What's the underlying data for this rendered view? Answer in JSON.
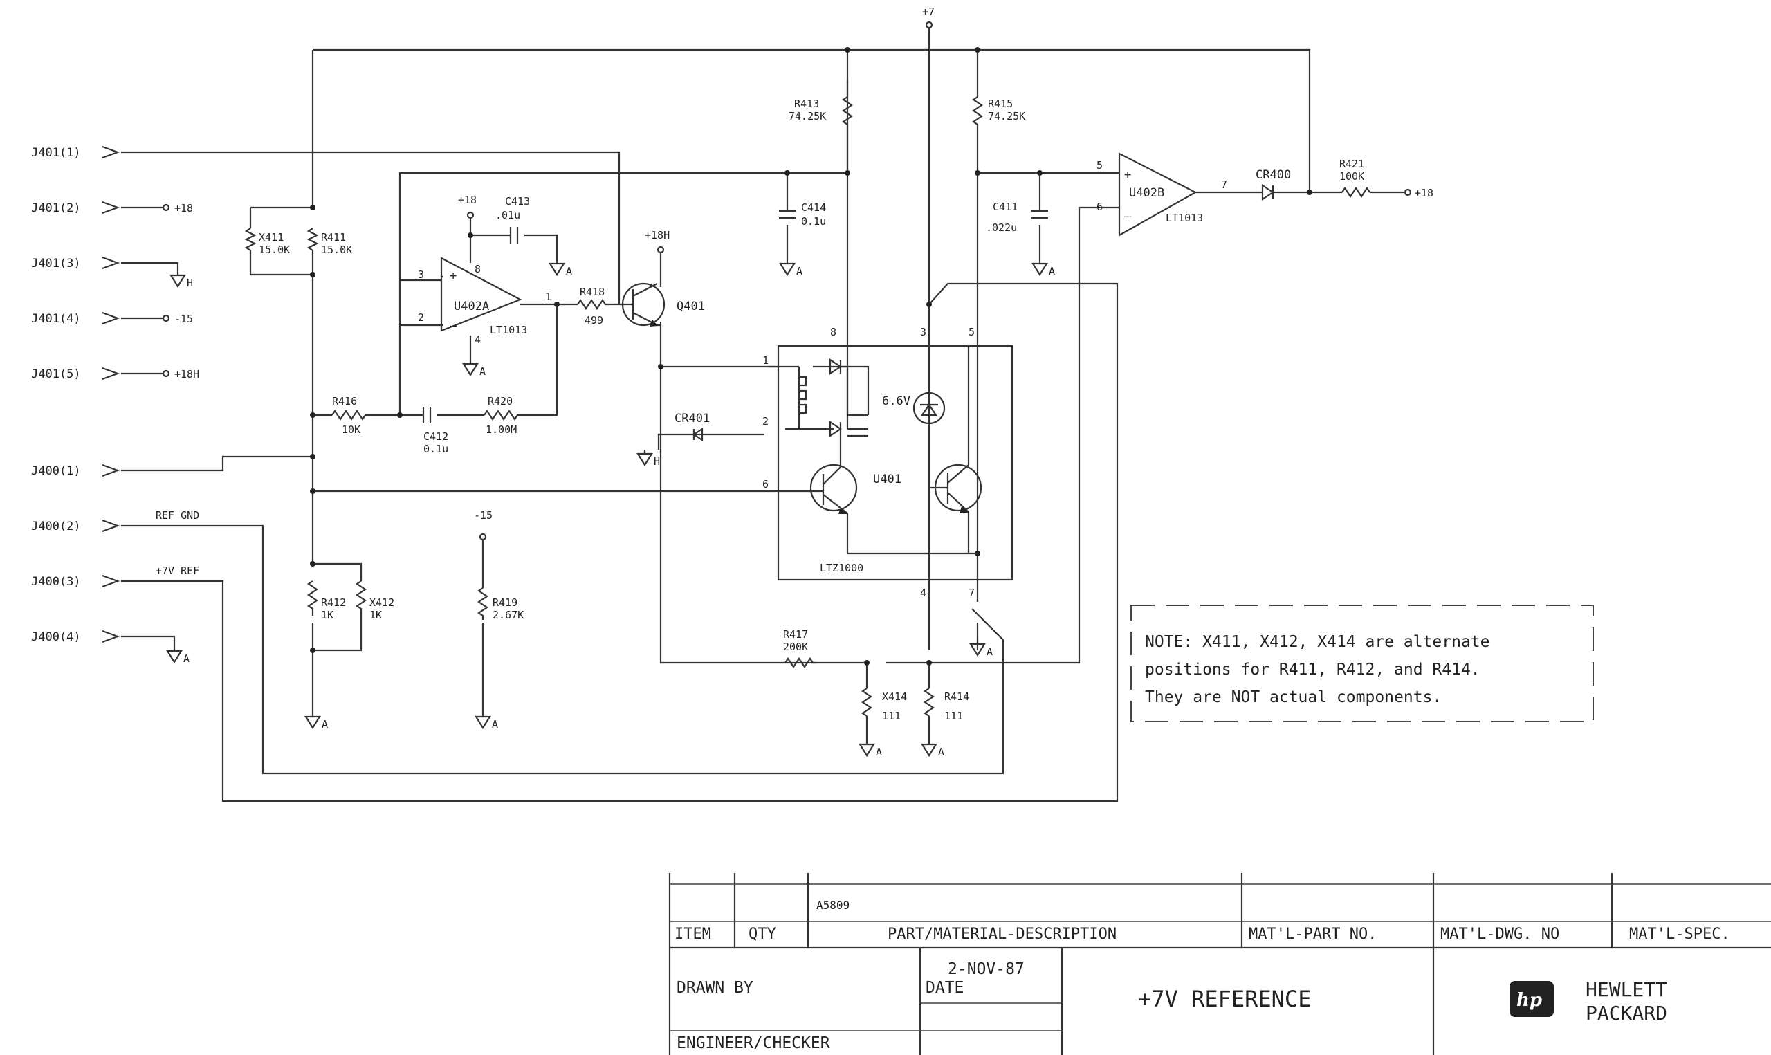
{
  "power": {
    "vplus7": "+7",
    "p18": "+18",
    "p18h": "+18H",
    "m15": "-15"
  },
  "connectors": [
    {
      "id": "J401(1)"
    },
    {
      "id": "J401(2)",
      "net": "+18"
    },
    {
      "id": "J401(3)"
    },
    {
      "id": "J401(4)",
      "net": "-15"
    },
    {
      "id": "J401(5)",
      "net": "+18H"
    },
    {
      "id": "J400(1)"
    },
    {
      "id": "J400(2)",
      "net": "REF GND"
    },
    {
      "id": "J400(3)",
      "net": "+7V REF"
    },
    {
      "id": "J400(4)"
    }
  ],
  "components": {
    "x411": {
      "ref": "X411",
      "value": "15.0K"
    },
    "r411": {
      "ref": "R411",
      "value": "15.0K"
    },
    "r412": {
      "ref": "R412",
      "value": "1K"
    },
    "x412": {
      "ref": "X412",
      "value": "1K"
    },
    "r413": {
      "ref": "R413",
      "value": "74.25K"
    },
    "r415": {
      "ref": "R415",
      "value": "74.25K"
    },
    "r416": {
      "ref": "R416",
      "value": "10K"
    },
    "r417": {
      "ref": "R417",
      "value": "200K"
    },
    "r418": {
      "ref": "R418",
      "value": "499"
    },
    "r419": {
      "ref": "R419",
      "value": "2.67K"
    },
    "r420": {
      "ref": "R420",
      "value": "1.00M"
    },
    "r421": {
      "ref": "R421",
      "value": "100K"
    },
    "r414": {
      "ref": "R414",
      "value": "111"
    },
    "x414": {
      "ref": "X414",
      "value": "111"
    },
    "c411": {
      "ref": "C411",
      "value": ".022u"
    },
    "c412": {
      "ref": "C412",
      "value": "0.1u"
    },
    "c413": {
      "ref": "C413",
      "value": ".01u"
    },
    "c414": {
      "ref": "C414",
      "value": "0.1u"
    },
    "cr400": {
      "ref": "CR400"
    },
    "cr401": {
      "ref": "CR401"
    },
    "q401": {
      "ref": "Q401"
    },
    "u402a": {
      "ref": "U402A",
      "part": "LT1013"
    },
    "u402b": {
      "ref": "U402B",
      "part": "LT1013"
    },
    "u401": {
      "ref": "U401",
      "part": "LTZ1000",
      "zener": "6.6V"
    }
  },
  "pins": {
    "u402a": {
      "plus": "3",
      "minus": "2",
      "out": "1",
      "vpos": "8",
      "vneg": "4"
    },
    "u402b": {
      "plus": "5",
      "minus": "6",
      "out": "7"
    },
    "u401": {
      "p1": "1",
      "p2": "2",
      "p3": "3",
      "p4": "4",
      "p5": "5",
      "p6": "6",
      "p7": "7",
      "p8": "8"
    }
  },
  "grounds": {
    "analog": "A",
    "heater": "H"
  },
  "note": {
    "line1": "NOTE: X411, X412, X414 are alternate",
    "line2": "positions for R411, R412, and R414.",
    "line3": "They are NOT actual components."
  },
  "title_block": {
    "drawing_no": "A5809",
    "headers": [
      "ITEM",
      "QTY",
      "PART/MATERIAL-DESCRIPTION",
      "MAT'L-PART NO.",
      "MAT'L-DWG. NO",
      "MAT'L-SPEC."
    ],
    "drawn_by": "DRAWN BY",
    "date_value": "2-NOV-87",
    "date_label": "DATE",
    "checker": "ENGINEER/CHECKER",
    "title": "+7V REFERENCE",
    "company_line1": "HEWLETT",
    "company_line2": "PACKARD",
    "logo": "hp"
  }
}
